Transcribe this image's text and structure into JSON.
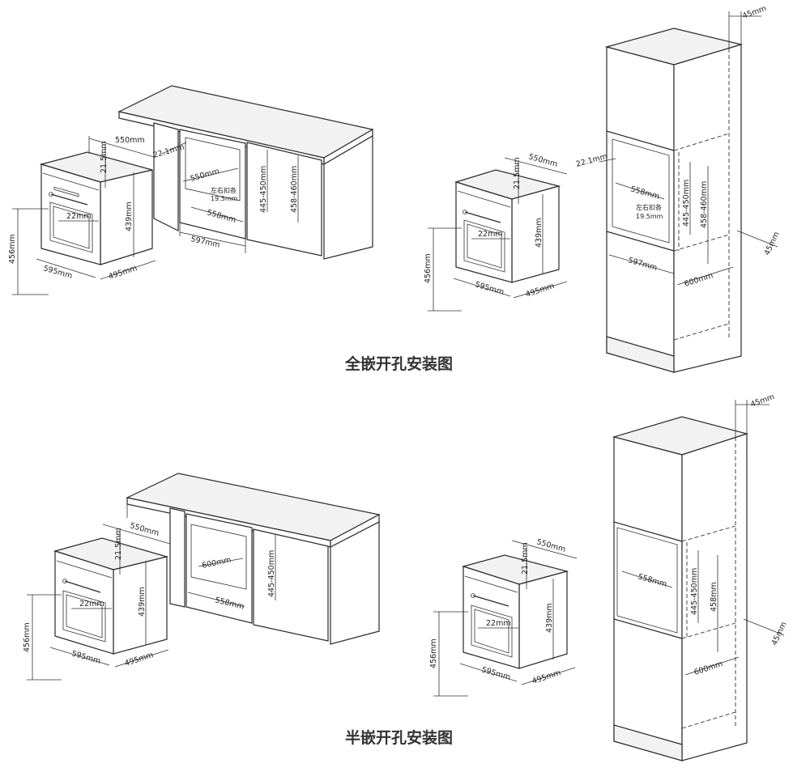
{
  "titles": {
    "full": "全嵌开孔安装图",
    "half": "半嵌开孔安装图"
  },
  "full_embed": {
    "oven_left": {
      "depth": "550mm",
      "top_gap": "21.5mm",
      "handle_gap": "22mm",
      "height": "439mm",
      "total_height": "456mm",
      "width": "595mm",
      "body_depth": "495mm"
    },
    "cabinet_left": {
      "side_gap": "22.1mm",
      "depth": "550mm",
      "note_line1": "左右扣各",
      "note_line2": "19.5mm",
      "inner_width": "558mm",
      "opening_height": "445-450mm",
      "outer_height": "458-460mm",
      "outer_width": "597mm"
    },
    "oven_right": {
      "depth": "550mm",
      "top_gap": "21.5mm",
      "handle_gap": "22mm",
      "height": "439mm",
      "total_height": "456mm",
      "width": "595mm",
      "body_depth": "495mm"
    },
    "tall_cabinet": {
      "top_offset": "45mm",
      "side_gap": "22.1mm",
      "inner_width": "558mm",
      "note_line1": "左右扣各",
      "note_line2": "19.5mm",
      "opening_height": "445-450mm",
      "outer_height": "458-460mm",
      "side_offset": "45mm",
      "outer_width": "597mm",
      "depth": "600mm"
    }
  },
  "half_embed": {
    "oven_left": {
      "depth": "550mm",
      "top_gap": "21.5mm",
      "handle_gap": "22mm",
      "height": "439mm",
      "total_height": "456mm",
      "width": "595mm",
      "body_depth": "495mm"
    },
    "cabinet_left": {
      "depth": "600mm",
      "opening_height": "445-450mm",
      "inner_width": "558mm"
    },
    "oven_right": {
      "depth": "550mm",
      "top_gap": "21.5mm",
      "handle_gap": "22mm",
      "height": "439mm",
      "total_height": "456mm",
      "width": "595mm",
      "body_depth": "495mm"
    },
    "tall_cabinet": {
      "top_offset": "45mm",
      "inner_width": "558mm",
      "opening_height": "445-450mm",
      "outer_height": "458mm",
      "side_offset": "45mm",
      "depth": "600mm"
    }
  }
}
